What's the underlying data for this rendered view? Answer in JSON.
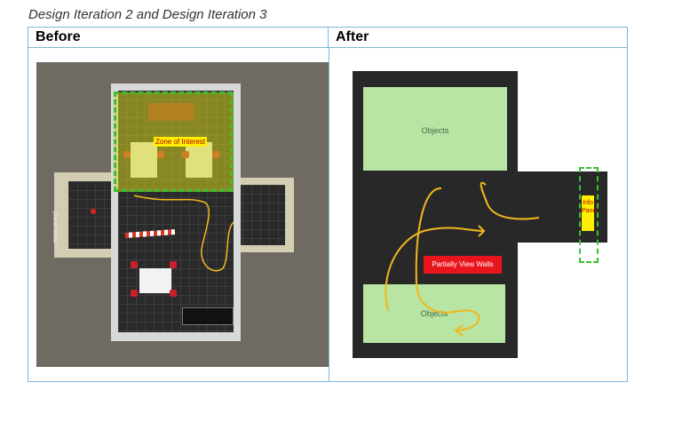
{
  "caption": "Design Iteration 2 and Design Iteration 3",
  "table": {
    "col_before": "Before",
    "col_after": "After"
  },
  "before_scene": {
    "zone_label": "Zone of Interest",
    "placeholder_label": "placeholder"
  },
  "after_scene": {
    "objects_top": "Objects",
    "objects_bottom": "Objects",
    "walls_label": "Partially View Walls",
    "info_panel_label": "Info Panel"
  },
  "colors": {
    "zone_dash": "#3fbf32",
    "zone_fill": "#d2d21e",
    "path": "#f2b81c",
    "objects": "#b8e4a4",
    "walls": "#e8141e",
    "info_panel": "#ffee00",
    "floor": "#282828",
    "table_border": "#7fb6d8"
  }
}
